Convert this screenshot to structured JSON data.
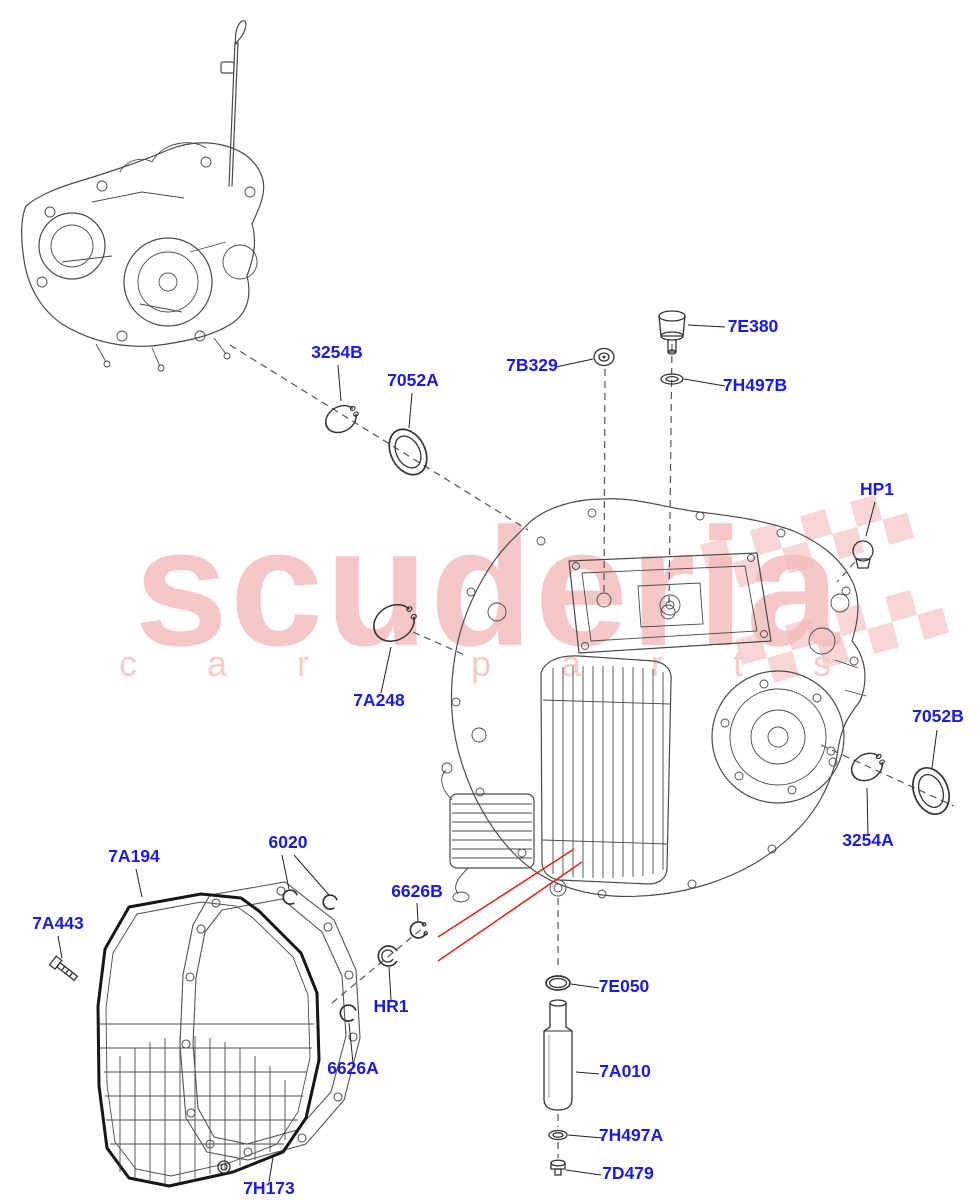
{
  "watermark": {
    "title": "scuderia",
    "subtitle": "car parts",
    "color": "#f4baba"
  },
  "colors": {
    "label_blue": "#1b1be0",
    "leader_line": "#222222",
    "dashed_line": "#555555",
    "artwork_line": "#4a4a4a",
    "pan_outline": "#161616",
    "callout_red": "#de2727",
    "background": "#ffffff"
  },
  "part_labels": {
    "3254B": "3254B",
    "7052A": "7052A",
    "7B329": "7B329",
    "7E380": "7E380",
    "7H497B": "7H497B",
    "HP1": "HP1",
    "7A248": "7A248",
    "7052B": "7052B",
    "3254A": "3254A",
    "7A194": "7A194",
    "6020": "6020",
    "6626B": "6626B",
    "7A443": "7A443",
    "HR1": "HR1",
    "6626A": "6626A",
    "7H173": "7H173",
    "7E050": "7E050",
    "7A010": "7A010",
    "7H497A": "7H497A",
    "7D479": "7D479"
  }
}
